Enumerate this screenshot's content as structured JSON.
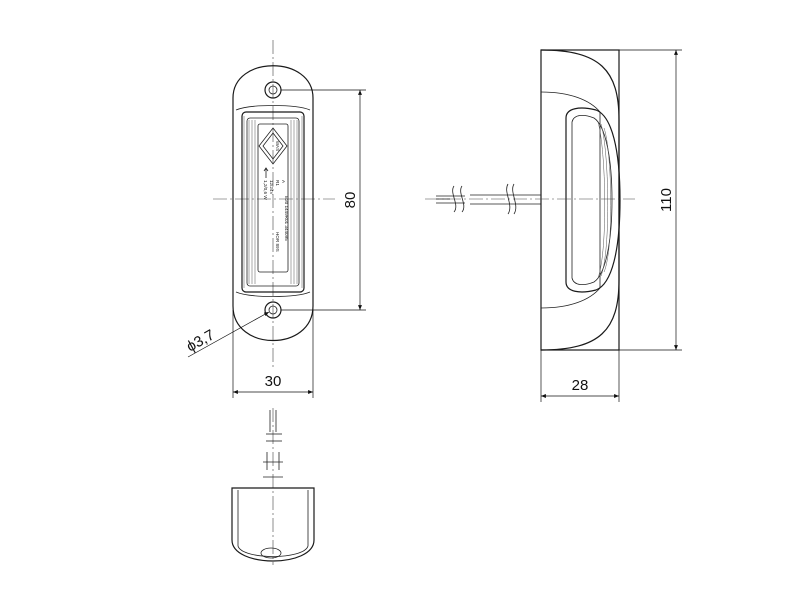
{
  "dimensions": {
    "length": "80",
    "width": "30",
    "height": "110",
    "depth": "28",
    "hole": "ϕ3,7"
  },
  "label_plate": {
    "brand": "WAŚ",
    "line1": "A",
    "line2": "R1",
    "line3": "12/24V",
    "line4": "1,2/0,6 W",
    "line5": "E20 1449R01 344095",
    "line6": "HOR 89S"
  }
}
